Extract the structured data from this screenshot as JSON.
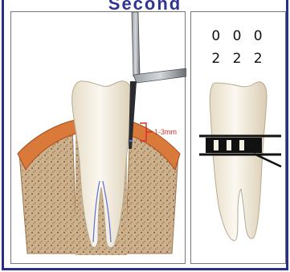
{
  "title": "Second",
  "left_panel": {
    "pocket_depth_label": "1-3mm"
  },
  "right_panel": {
    "readings": [
      "0 0 0",
      "2 2 2"
    ]
  },
  "colors": {
    "frame": "#2c2f8a",
    "title": "#2f3590",
    "gingiva": "#d9793a",
    "bone": "#c9a983",
    "tooth": "#f4efe4",
    "probe": "#6f7378",
    "measurement": "#d8322a"
  }
}
